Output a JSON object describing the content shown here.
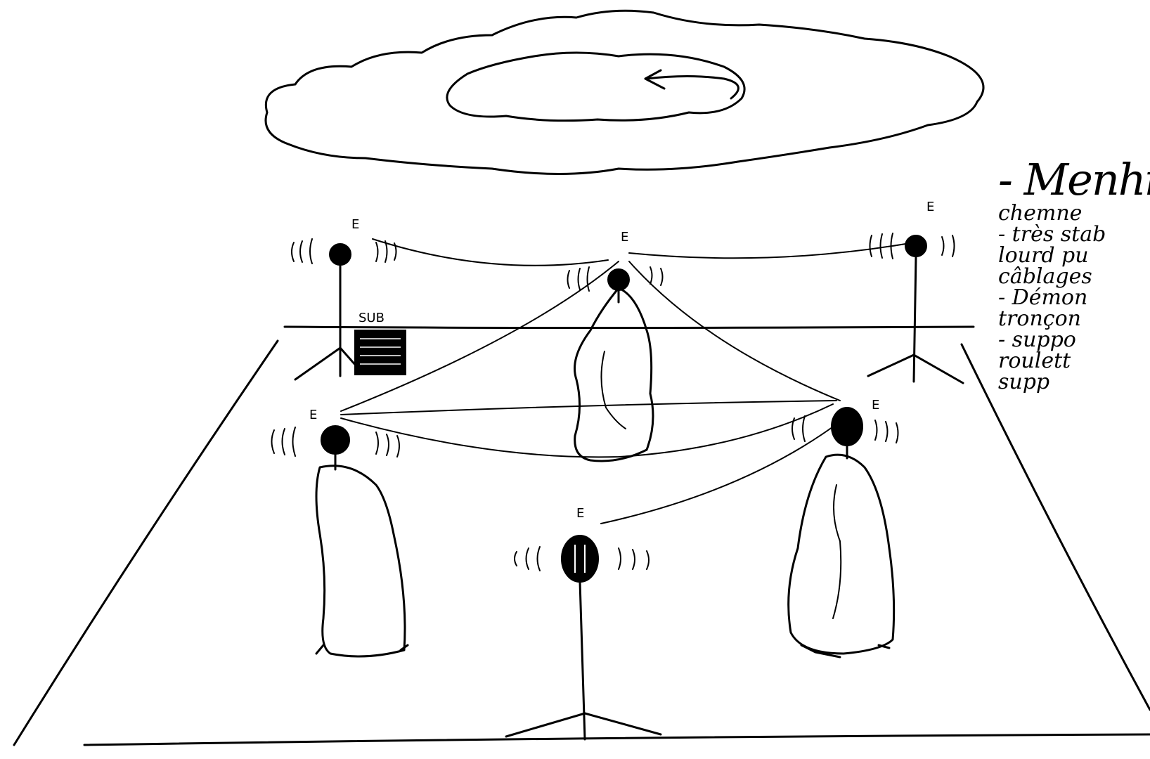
{
  "labels": {
    "speaker": "E",
    "subwoofer": "SUB"
  },
  "notes": [
    "- Menhir",
    "chemne",
    "- très stab",
    "lourd pu",
    "câblages",
    "- Démon",
    "tronçon",
    "- suppo",
    "roulett",
    "supp"
  ],
  "colors": {
    "ink": "#000000",
    "paper": "#ffffff"
  },
  "icons": {
    "rotation": "curved-arrow-left-icon",
    "speaker": "speaker-on-stand-icon"
  }
}
